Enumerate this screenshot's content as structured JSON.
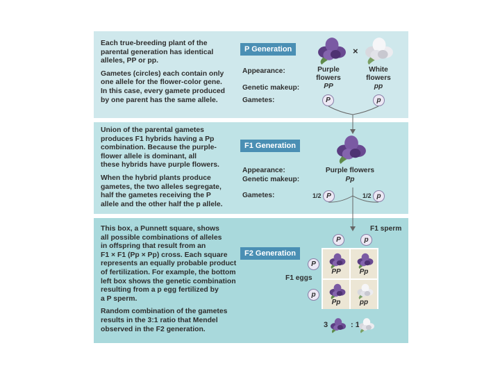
{
  "p_panel": {
    "text_lines": [
      "Each true-breeding plant of the",
      "parental generation has identical",
      "alleles, PP or pp.",
      "",
      "Gametes (circles) each contain only",
      "one allele for the flower-color gene.",
      "In this case, every gamete produced",
      "by one parent has the same allele."
    ],
    "badge": "P Generation",
    "cross_symbol": "×",
    "appearance_label": "Appearance:",
    "genetic_label": "Genetic makeup:",
    "gametes_label": "Gametes:",
    "purple_line1": "Purple",
    "purple_line2": "flowers",
    "purple_genotype": "PP",
    "white_line1": "White",
    "white_line2": "flowers",
    "white_genotype": "pp",
    "gamete_purple": "P",
    "gamete_white": "p"
  },
  "f1_panel": {
    "text_lines": [
      "Union of the parental gametes",
      "produces F1 hybrids having a Pp",
      "combination. Because the purple-",
      "flower allele is dominant, all",
      "these hybrids have purple flowers.",
      "",
      "When the hybrid plants produce",
      "gametes, the two alleles segregate,",
      "half the gametes receiving the P",
      "allele and the other half the p allele."
    ],
    "badge": "F1 Generation",
    "appearance_label": "Appearance:",
    "genetic_label": "Genetic makeup:",
    "gametes_label": "Gametes:",
    "appearance_value": "Purple flowers",
    "genotype_value": "Pp",
    "fraction_left": "1/2",
    "fraction_right": "1/2",
    "gamete_left": "P",
    "gamete_right": "p"
  },
  "f2_panel": {
    "text_lines": [
      "This box, a Punnett square, shows",
      "all possible combinations of alleles",
      "in offspring that result from an",
      "F1 × F1 (Pp × Pp) cross. Each square",
      "represents an equally probable product",
      "of fertilization. For example, the bottom",
      "left box shows the genetic combination",
      "resulting from a p egg fertilized by",
      "a P sperm.",
      "",
      "Random combination of the gametes",
      "results in the 3:1 ratio that Mendel",
      "observed in the F2 generation."
    ],
    "badge": "F2 Generation",
    "sperm_label": "F1 sperm",
    "eggs_label": "F1 eggs",
    "sperm_gametes": [
      "P",
      "p"
    ],
    "egg_gametes": [
      "P",
      "p"
    ],
    "cells": [
      "PP",
      "Pp",
      "Pp",
      "pp"
    ],
    "ratio_left": "3",
    "ratio_right": ": 1"
  },
  "colors": {
    "panel_p": "#cfe8ec",
    "panel_f1": "#bfe3e6",
    "panel_f2": "#a9d9dc",
    "badge": "#4a8fb4",
    "purple_flower": "#6a4a92",
    "white_flower": "#e6e6ea"
  },
  "icons": [
    "purple-flower-icon",
    "white-flower-icon",
    "arrow-icon",
    "gamete-circle"
  ]
}
